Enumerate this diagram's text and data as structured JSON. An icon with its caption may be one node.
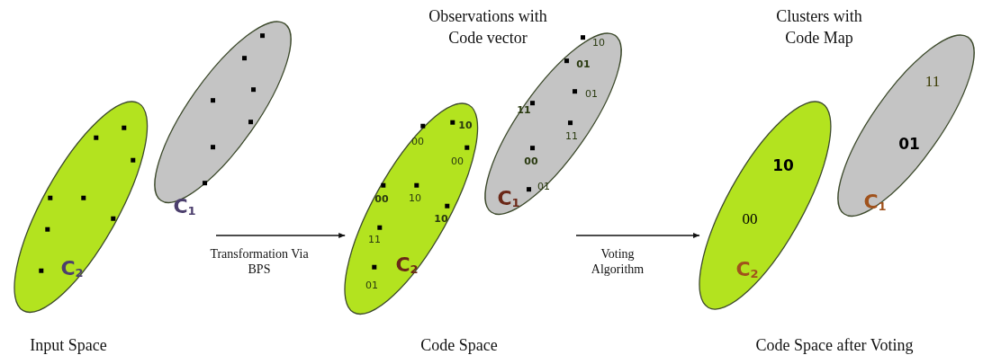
{
  "diagram": {
    "nodes": [
      {
        "text": [
          "C$_{2}$"
        ]
      },
      {
        "text": [
          "C$_{1}$"
        ]
      },
      {
        "text": [
          "00",
          "10",
          "00",
          "00",
          "10",
          "10",
          "11",
          "C$_{2}$",
          "01"
        ]
      },
      {
        "text": [
          "10",
          "01",
          "01",
          "11",
          "11",
          "00",
          "01",
          "C$_{1}$"
        ]
      },
      {
        "text": [
          "10",
          "00",
          "C$_{2}$"
        ]
      },
      {
        "text": [
          "11",
          "01",
          "C$_{1}$"
        ]
      }
    ],
    "edges": [
      {
        "from": null,
        "to": 2,
        "arrow": "to",
        "label": "Transformation Via BPS"
      },
      {
        "from": null,
        "to": 4,
        "arrow": "to",
        "label": "Voting Algorithm"
      }
    ],
    "labels": [
      "Observations with Code vector",
      "Clusters with Code Map",
      "Input Space",
      "Code Space",
      "Code Space after Voting"
    ]
  }
}
